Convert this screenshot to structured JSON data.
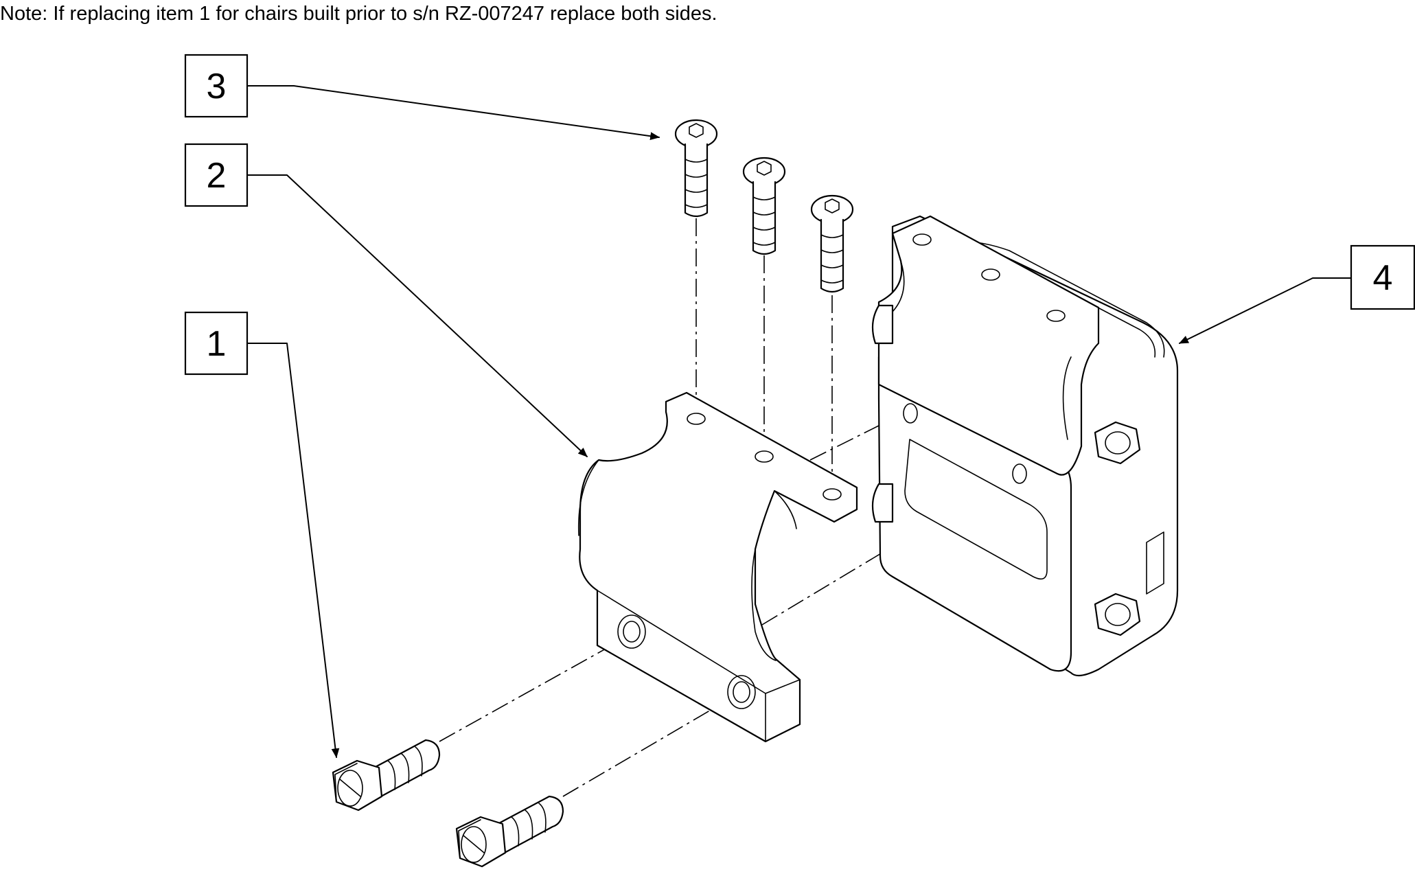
{
  "note": "Note: If replacing item 1 for chairs built prior to s/n RZ-007247 replace both sides.",
  "callouts": [
    {
      "id": "3",
      "label": "3"
    },
    {
      "id": "2",
      "label": "2"
    },
    {
      "id": "1",
      "label": "1"
    },
    {
      "id": "4",
      "label": "4"
    }
  ],
  "parts": {
    "item_1": "hex-bolt-icon",
    "item_2": "mounting-clamp-icon",
    "item_3": "button-head-screw-icon",
    "item_4": "frame-bracket-icon"
  }
}
